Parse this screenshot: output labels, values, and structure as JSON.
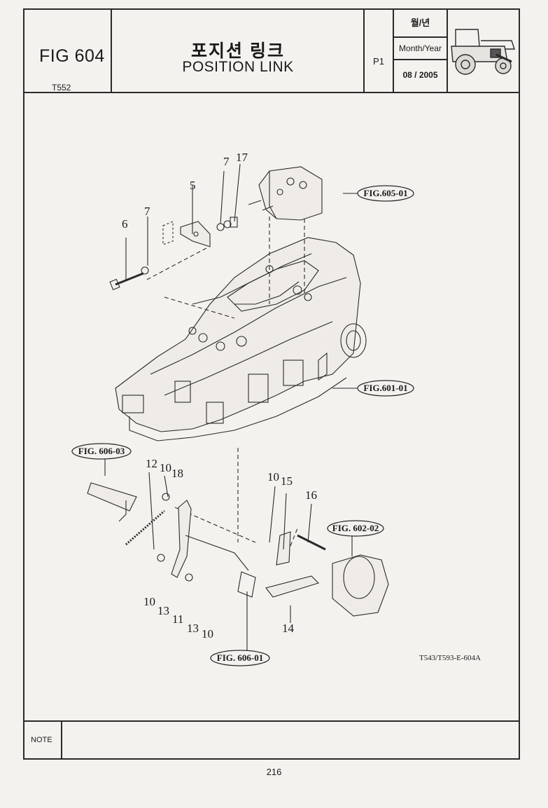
{
  "header": {
    "figure_number": "FIG 604",
    "model": "T552",
    "title_korean": "포지션 링크",
    "title_english": "POSITION LINK",
    "page": "P1",
    "month_year_korean": "월/년",
    "month_year_label": "Month/Year",
    "month_year_value": "08 / 2005"
  },
  "diagram": {
    "fig_refs": [
      "FIG.605-01",
      "FIG.601-01",
      "FIG. 606-03",
      "FIG. 602-02",
      "FIG. 606-01"
    ],
    "part_numbers": [
      "5",
      "6",
      "7",
      "7",
      "17",
      "12",
      "10",
      "18",
      "10",
      "15",
      "16",
      "10",
      "13",
      "11",
      "13",
      "10",
      "14"
    ],
    "drawing_code": "T543/T593-E-604A"
  },
  "footer": {
    "note_label": "NOTE",
    "page_number": "216"
  }
}
